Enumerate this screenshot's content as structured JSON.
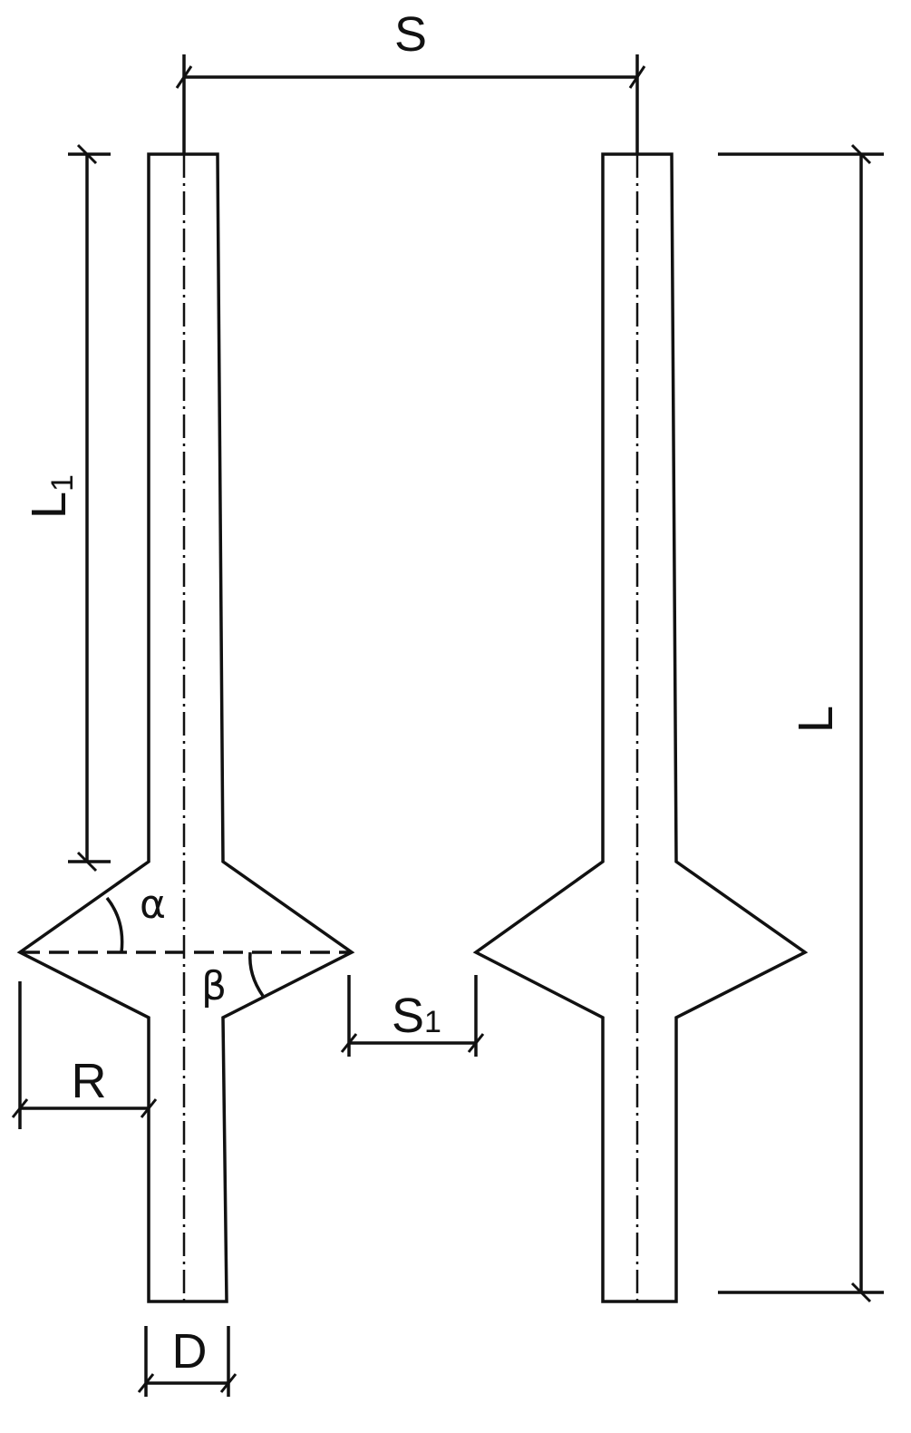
{
  "labels": {
    "spacing": "S",
    "clear_spacing_main": "S",
    "clear_spacing_sub": "1",
    "length": "L",
    "upper_length_main": "L",
    "upper_length_sub": "1",
    "radius": "R",
    "diameter": "D",
    "angle_upper": "α",
    "angle_lower": "β"
  }
}
